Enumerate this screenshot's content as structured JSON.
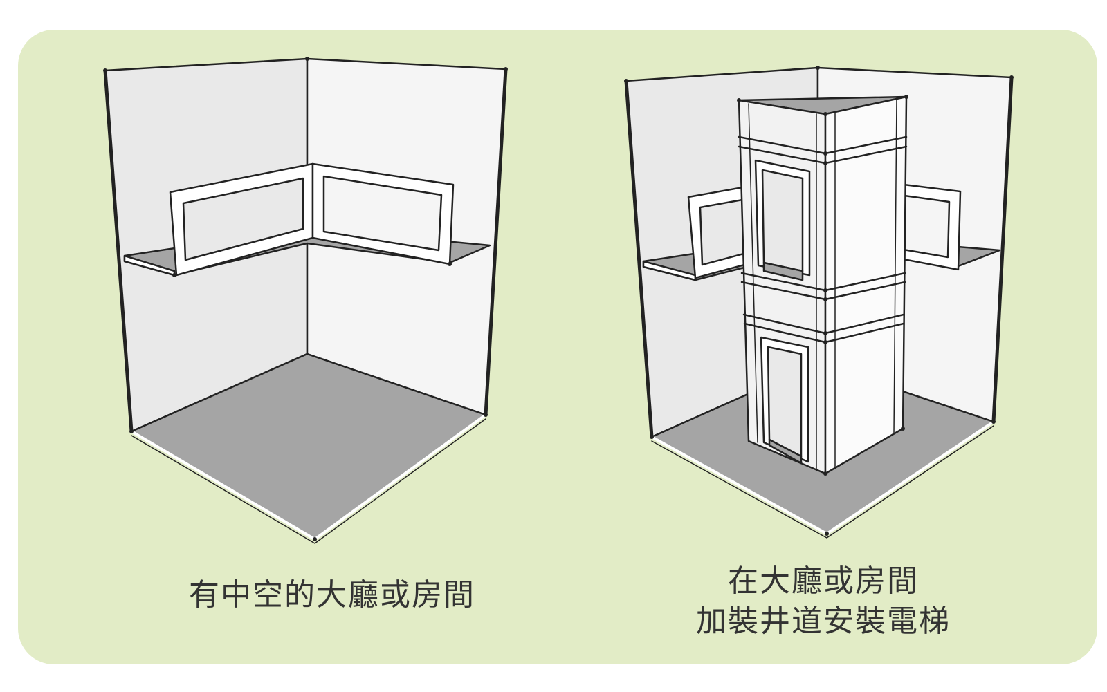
{
  "captions": {
    "left": "有中空的大廳或房間",
    "right_line1": "在大廳或房間",
    "right_line2": "加裝井道安裝電梯"
  },
  "colors": {
    "panel_background": "#e2ecc6",
    "wall_left": "#e9e9e9",
    "wall_right": "#f5f5f5",
    "floor": "#a5a5a5",
    "outline": "#222222",
    "caption_text": "#333333"
  }
}
